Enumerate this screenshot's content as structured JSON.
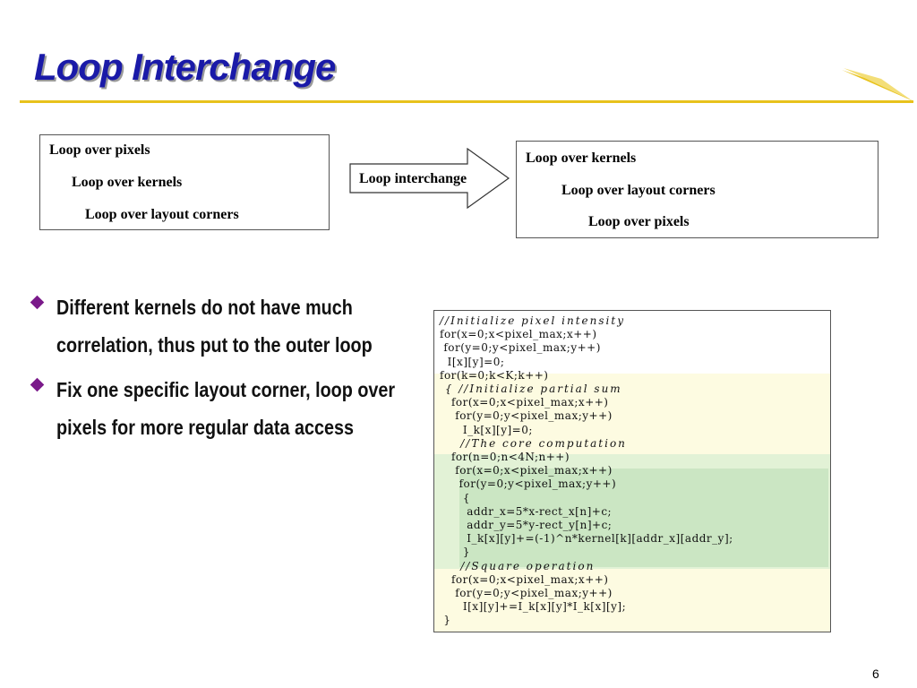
{
  "slide": {
    "title": "Loop Interchange",
    "page_number": "6",
    "accent_color": "#e8c21c",
    "title_color": "#1a1aa8"
  },
  "diagram": {
    "left_box": [
      "Loop over pixels",
      "Loop over kernels",
      "Loop over layout corners"
    ],
    "arrow_label": "Loop interchange",
    "right_box": [
      "Loop over kernels",
      "Loop over layout corners",
      "Loop over pixels"
    ]
  },
  "bullets": [
    {
      "icon": "diamond-bullet-icon",
      "text": "Different kernels do not have much correlation, thus put to the outer loop"
    },
    {
      "icon": "diamond-bullet-icon",
      "text": "Fix one specific layout corner, loop over pixels for more regular data access"
    }
  ],
  "code": {
    "lines": [
      "//Initialize pixel intensity",
      "for(x=0;x<pixel_max;x++)",
      " for(y=0;y<pixel_max;y++)",
      "  I[x][y]=0;",
      "for(k=0;k<K;k++)",
      " { //Initialize partial sum",
      "   for(x=0;x<pixel_max;x++)",
      "    for(y=0;y<pixel_max;y++)",
      "      I_k[x][y]=0;",
      "    //The core computation",
      "   for(n=0;n<4N;n++)",
      "    for(x=0;x<pixel_max;x++)",
      "     for(y=0;y<pixel_max;y++)",
      "      {",
      "       addr_x=5*x-rect_x[n]+c;",
      "       addr_y=5*y-rect_y[n]+c;",
      "       I_k[x][y]+=(-1)^n*kernel[k][addr_x][addr_y];",
      "      }",
      "    //Square operation",
      "   for(x=0;x<pixel_max;x++)",
      "    for(y=0;y<pixel_max;y++)",
      "      I[x][y]+=I_k[x][y]*I_k[x][y];",
      " }"
    ]
  }
}
